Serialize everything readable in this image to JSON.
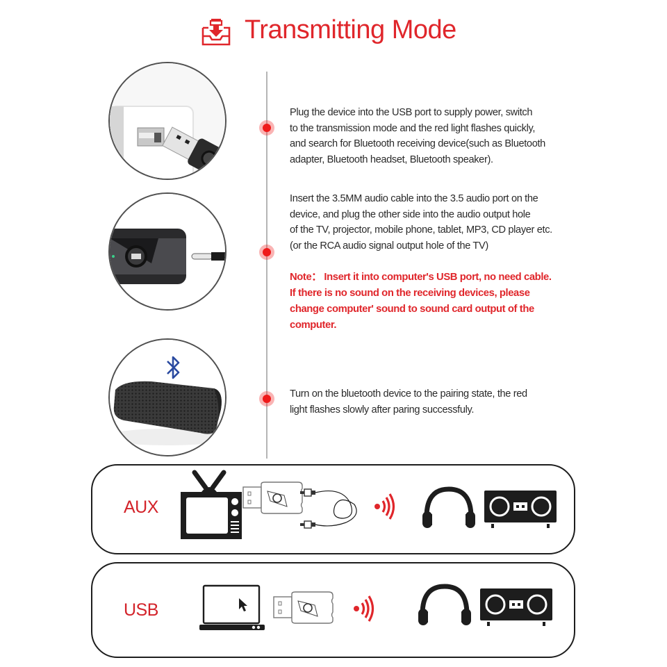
{
  "header": {
    "icon": "download-tray-icon",
    "title": "Transmitting Mode",
    "accent_color": "#e0262b"
  },
  "steps": [
    {
      "image": "usb-dongle-plugged-into-port-photo",
      "lines": [
        "Plug the device into the USB port to supply power, switch",
        "to the transmission mode and the red light flashes quickly,",
        "and search for Bluetooth receiving device(such as Bluetooth",
        " adapter, Bluetooth headset, Bluetooth speaker)."
      ]
    },
    {
      "image": "audio-jack-into-device-photo",
      "lines": [
        "Insert the 3.5MM audio cable into the 3.5 audio port on the",
        "device, and plug the other side into the audio output hole",
        "of the TV, projector, mobile phone, tablet, MP3, CD player etc.",
        " (or the RCA audio signal output hole of the TV)"
      ],
      "note": [
        "Note：  Insert it into computer's USB port, no need cable.",
        "If there is no sound on the receiving devices, please",
        "change computer' sound to sound card output of the",
        "computer."
      ]
    },
    {
      "image": "bluetooth-speaker-photo",
      "badge_icon": "bluetooth-icon",
      "lines": [
        "Turn on the bluetooth device to the pairing state, the red",
        "light flashes slowly after paring successfuly."
      ]
    }
  ],
  "panels": [
    {
      "label": "AUX",
      "source_icon": "retro-tv-icon",
      "adapter_icon": "usb-adapter-icon",
      "cable_icon": "aux-cable-icon",
      "signal_icon": "wireless-signal-icon",
      "targets": [
        "headphones-icon",
        "speaker-icon"
      ]
    },
    {
      "label": "USB",
      "source_icon": "laptop-icon",
      "adapter_icon": "usb-adapter-icon",
      "signal_icon": "wireless-signal-icon",
      "targets": [
        "headphones-icon",
        "speaker-icon"
      ]
    }
  ]
}
